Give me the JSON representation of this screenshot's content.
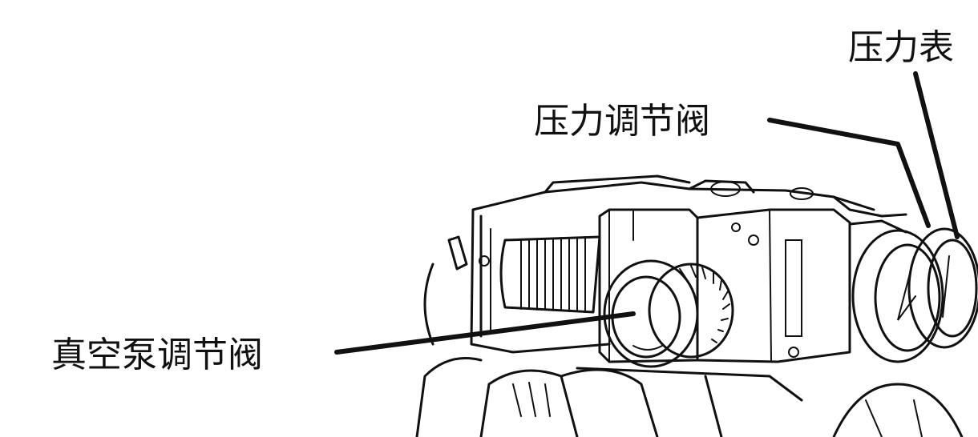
{
  "labels": {
    "pressure_gauge": "压力表",
    "pressure_regulating_valve": "压力调节阀",
    "vacuum_pump_regulating_valve": "真空泵调节阀"
  }
}
